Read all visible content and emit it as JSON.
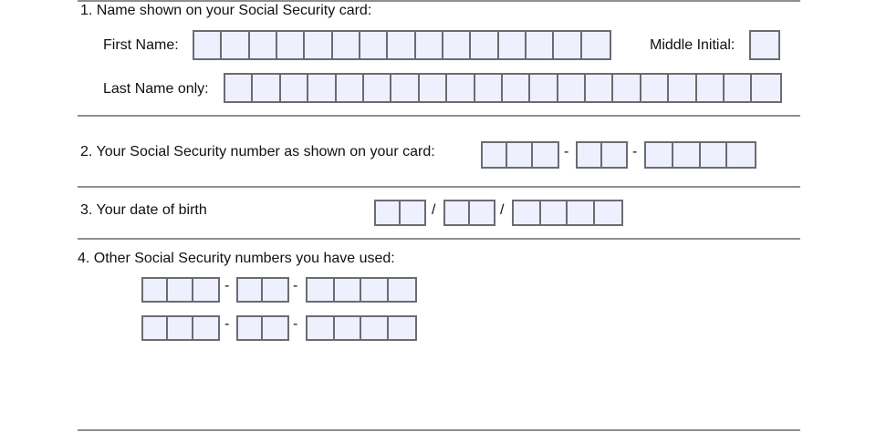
{
  "section1": {
    "heading": "1. Name shown on your Social Security card:",
    "first_name": {
      "label": "First Name:",
      "boxes": 15,
      "value": ""
    },
    "middle_initial": {
      "label": "Middle Initial:",
      "boxes": 1,
      "value": ""
    },
    "last_name": {
      "label": "Last Name only:",
      "boxes": 20,
      "value": ""
    }
  },
  "section2": {
    "heading": "2. Your Social Security number as shown on your card:",
    "groups": [
      3,
      2,
      4
    ],
    "separator": "-",
    "value": ""
  },
  "section3": {
    "heading": "3. Your date of birth",
    "groups": [
      2,
      2,
      4
    ],
    "separator": "/",
    "value": ""
  },
  "section4": {
    "heading": "4. Other Social Security numbers you have used:",
    "rows": [
      {
        "groups": [
          3,
          2,
          4
        ],
        "value": ""
      },
      {
        "groups": [
          3,
          2,
          4
        ],
        "value": ""
      }
    ],
    "separator": "-"
  },
  "colors": {
    "box_fill": "#eef0fd",
    "box_border": "#6b6b73",
    "rule": "#8f8f8f"
  }
}
